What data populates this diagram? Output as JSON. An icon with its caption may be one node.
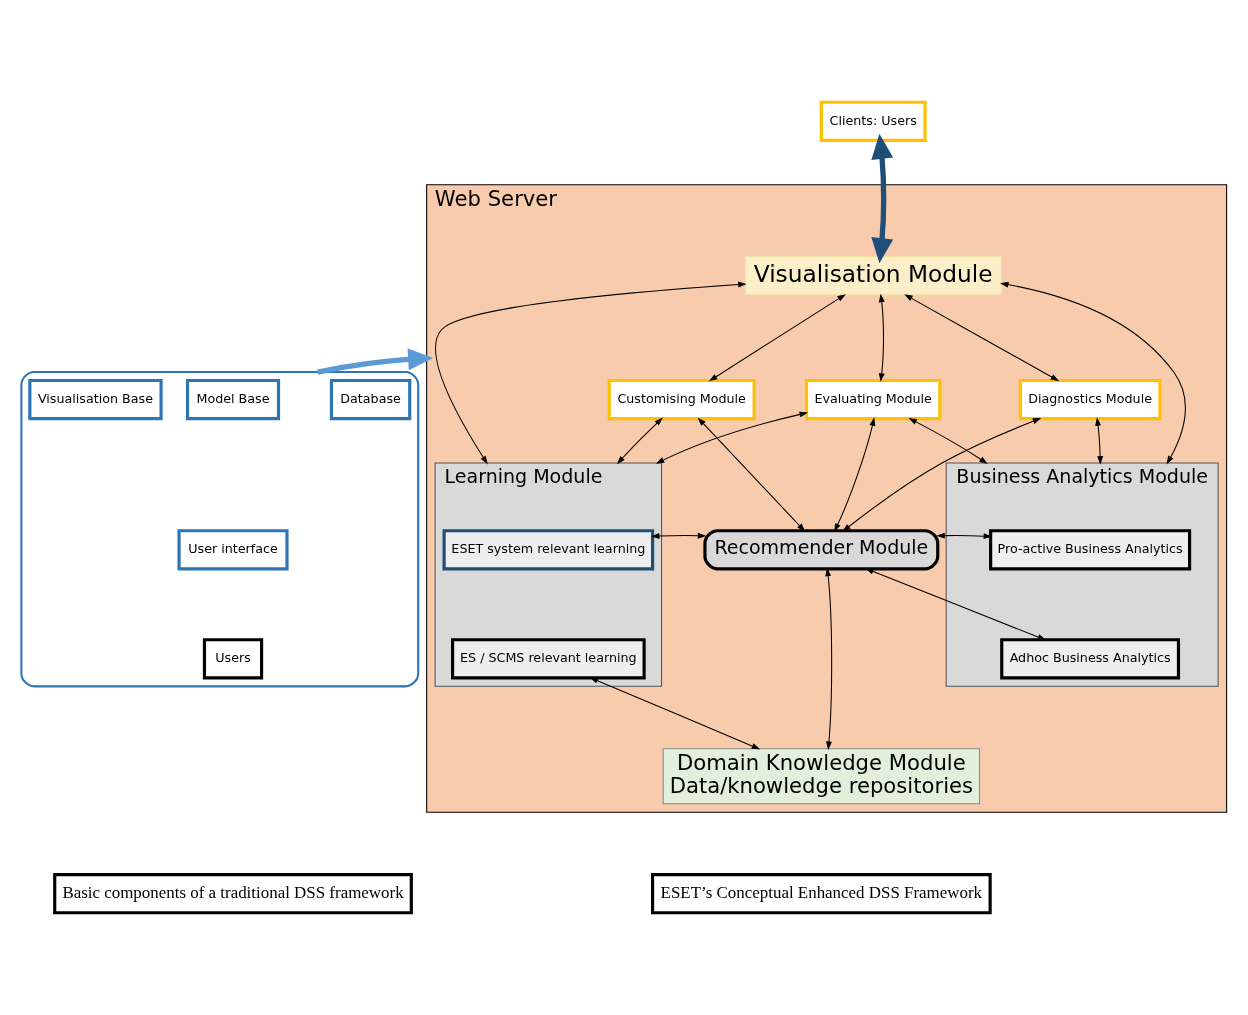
{
  "diagram": {
    "nodes": [
      {
        "text": [],
        "shape": "box"
      },
      {
        "text": [
          "Model Base"
        ],
        "in": 0
      },
      {
        "text": [
          "Database"
        ],
        "in": 0
      },
      {
        "text": [
          "Visualisation Base"
        ],
        "in": 0
      },
      {
        "text": [
          "User interface"
        ],
        "in": 0
      },
      {
        "text": [
          "Users"
        ],
        "in": 0
      },
      {
        "text": [
          "Web Server"
        ]
      },
      {
        "text": [
          "Visualisation Module"
        ],
        "in": 6
      },
      {
        "text": [
          "Customising Module"
        ],
        "in": 6
      },
      {
        "text": [
          "Evaluating Module"
        ],
        "in": 6
      },
      {
        "text": [
          "Diagnostics Module"
        ],
        "in": 6
      },
      {
        "text": [
          "Learning Module"
        ],
        "in": 6
      },
      {
        "text": [
          "ESET system relevant learning"
        ],
        "in": 11
      },
      {
        "text": [
          "ES / SCMS relevant learning"
        ],
        "in": 11
      },
      {
        "text": [
          "Business Analytics Module"
        ],
        "in": 6
      },
      {
        "text": [
          "Pro-active Business Analytics"
        ],
        "in": 14
      },
      {
        "text": [
          "Adhoc Business Analytics"
        ],
        "in": 14
      },
      {
        "text": [
          "Recommender Module"
        ],
        "in": 6
      },
      {
        "text": [
          "Domain Knowledge Module",
          "Data/knowledge repositories"
        ],
        "in": 6
      },
      {
        "text": [
          "Clients: Users"
        ]
      },
      {
        "text": [
          "Basic components of a traditional DSS framework"
        ]
      },
      {
        "text": [
          "ESET’s Conceptual Enhanced DSS Framework"
        ]
      }
    ],
    "edges": [
      {
        "from": 0,
        "to": 6,
        "arrow": "to",
        "style": "thick",
        "color": "#5b9bd5"
      },
      {
        "from": 19,
        "to": 7,
        "arrow": "both",
        "style": "thick",
        "color": "#1f4e79"
      },
      {
        "from": 7,
        "to": 11,
        "arrow": "both"
      },
      {
        "from": 7,
        "to": 8,
        "arrow": "both"
      },
      {
        "from": 7,
        "to": 9,
        "arrow": "both"
      },
      {
        "from": 7,
        "to": 10,
        "arrow": "both"
      },
      {
        "from": 7,
        "to": 14,
        "arrow": "both"
      },
      {
        "from": 11,
        "to": 8,
        "arrow": "both"
      },
      {
        "from": 10,
        "to": 14,
        "arrow": "both"
      },
      {
        "from": 9,
        "to": 11,
        "arrow": "both"
      },
      {
        "from": 9,
        "to": 14,
        "arrow": "both"
      },
      {
        "from": 8,
        "to": 17,
        "arrow": "both"
      },
      {
        "from": 9,
        "to": 17,
        "arrow": "both"
      },
      {
        "from": 10,
        "to": 17,
        "arrow": "both"
      },
      {
        "from": 12,
        "to": 17,
        "arrow": "both"
      },
      {
        "from": 17,
        "to": 15,
        "arrow": "both"
      },
      {
        "from": 17,
        "to": 16,
        "arrow": "both"
      },
      {
        "from": 17,
        "to": 18,
        "arrow": "both"
      },
      {
        "from": 13,
        "to": 18,
        "arrow": "both"
      }
    ]
  }
}
